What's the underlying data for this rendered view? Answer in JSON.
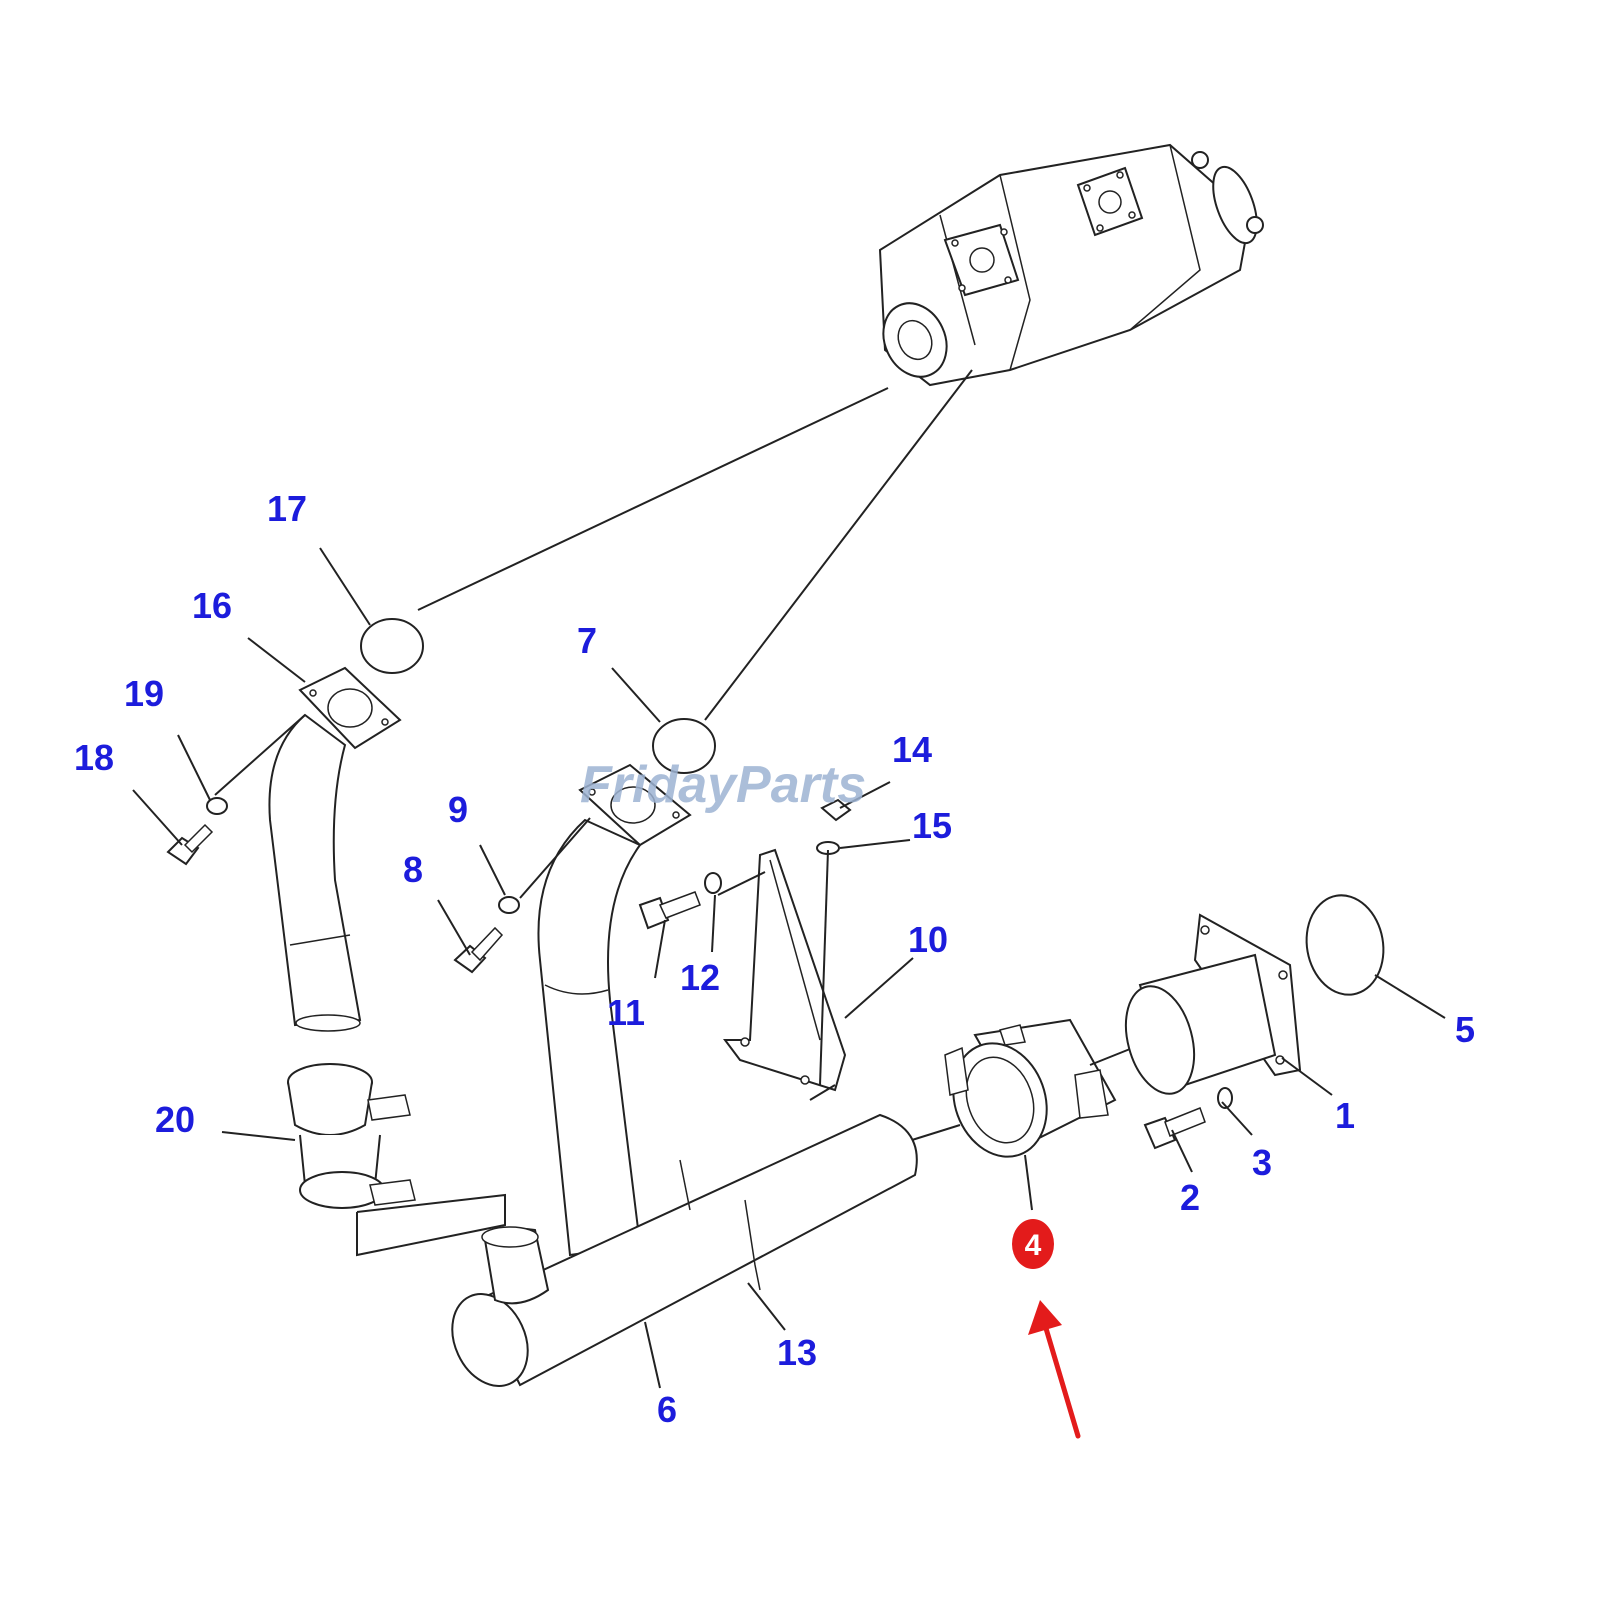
{
  "diagram": {
    "callouts": {
      "c1": "1",
      "c2": "2",
      "c3": "3",
      "c4": "4",
      "c5": "5",
      "c6": "6",
      "c7": "7",
      "c8": "8",
      "c9": "9",
      "c10": "10",
      "c11": "11",
      "c12": "12",
      "c13": "13",
      "c14": "14",
      "c15": "15",
      "c16": "16",
      "c17": "17",
      "c18": "18",
      "c19": "19",
      "c20": "20"
    },
    "highlighted_part": "4",
    "watermark": "FridayParts",
    "colors": {
      "callout_text": "#1c1cdc",
      "highlight_fill": "#e31b1b",
      "arrow": "#e31b1b",
      "watermark": "#9db3d3",
      "linework": "#222222"
    }
  }
}
